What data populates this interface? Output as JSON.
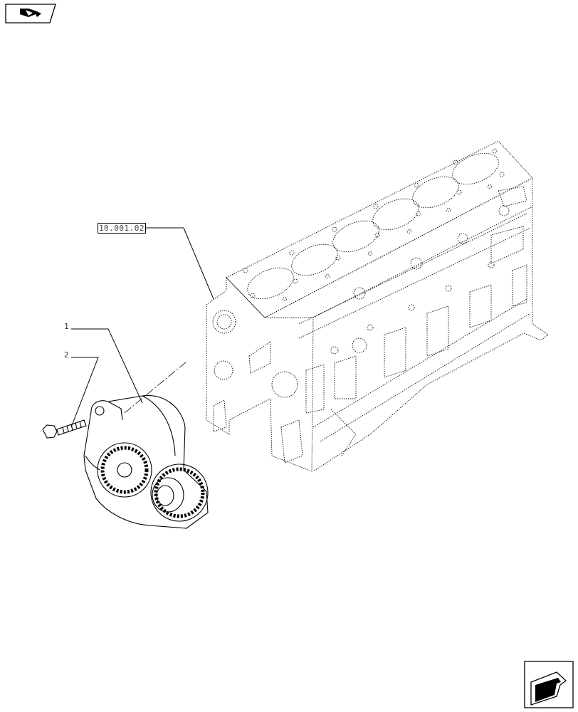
{
  "nav": {
    "top_icon": "previous-page-arrow-icon",
    "bottom_icon": "next-page-arrow-icon"
  },
  "reference": {
    "label": "10.001.02"
  },
  "callouts": [
    {
      "label": "1"
    },
    {
      "label": "2"
    }
  ],
  "colors": {
    "line": "#000000",
    "background": "#ffffff"
  }
}
